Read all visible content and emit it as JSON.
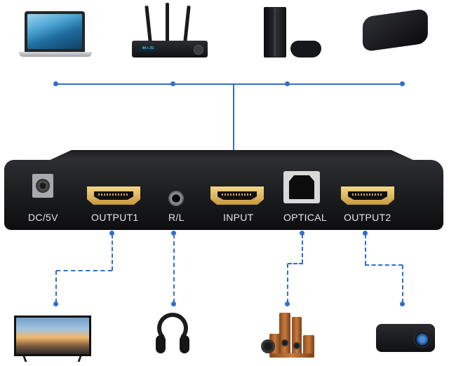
{
  "ports": {
    "dc": "DC/5V",
    "output1": "OUTPUT1",
    "audio": "R/L",
    "input": "INPUT",
    "optical": "OPTICAL",
    "output2": "OUTPUT2"
  },
  "router_screen_text": "4K+ 2D",
  "sources": [
    "laptop-icon",
    "router-icon",
    "game-console-icon",
    "tv-box-icon"
  ],
  "outputs": [
    "tv-icon",
    "headphones-icon",
    "speakers-icon",
    "projector-icon"
  ],
  "colors": {
    "connector": "#2f6fcf",
    "hdmi_port": "#e0b860",
    "device_body": "#1f2022",
    "label": "#e6e6e6"
  }
}
